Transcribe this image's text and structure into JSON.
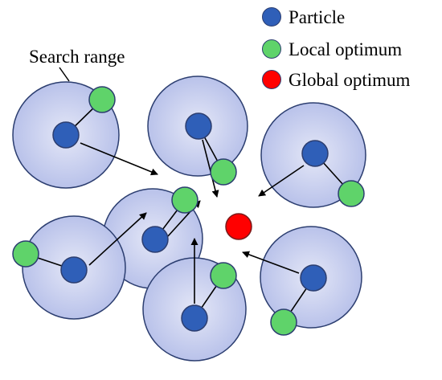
{
  "legend": {
    "particle": {
      "label": "Particle",
      "color": "#2f5fb8"
    },
    "local": {
      "label": "Local optimum",
      "color": "#5fd36a"
    },
    "global": {
      "label": "Global optimum",
      "color": "#ff0000"
    }
  },
  "annotation": {
    "search_range": "Search range"
  },
  "colors": {
    "range_fill_center": "#e4e7f7",
    "range_fill_edge": "#b9c2ea",
    "range_stroke": "#2c3e70",
    "particle": "#2f5fb8",
    "local_optimum": "#5fd36a",
    "global_optimum": "#ff0000",
    "line": "#000000"
  },
  "groups": [
    {
      "name": "group-top-left"
    },
    {
      "name": "group-top-center"
    },
    {
      "name": "group-right-upper"
    },
    {
      "name": "group-middle-left"
    },
    {
      "name": "group-left-lower"
    },
    {
      "name": "group-bottom-center"
    },
    {
      "name": "group-right-lower"
    }
  ]
}
